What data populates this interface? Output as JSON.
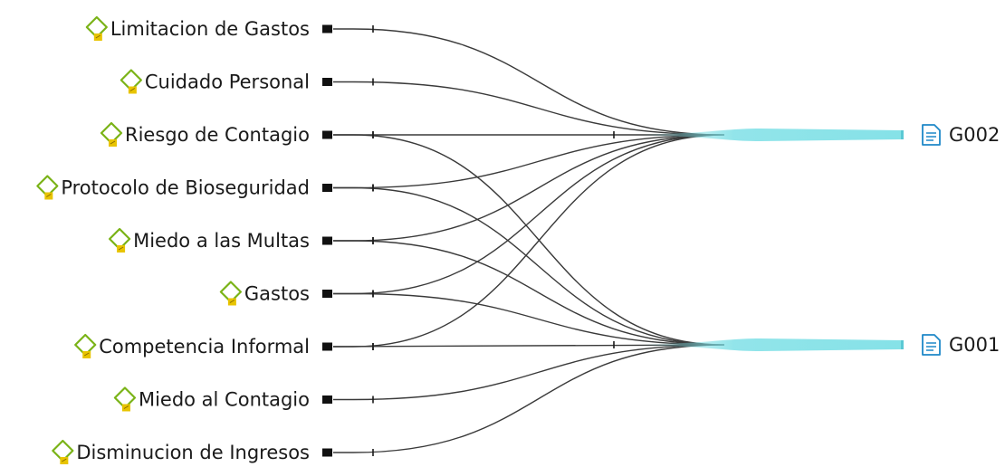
{
  "codes": [
    {
      "id": "limitacion",
      "label": "Limitacion de Gastos"
    },
    {
      "id": "cuidado",
      "label": "Cuidado Personal"
    },
    {
      "id": "riesgo",
      "label": "Riesgo de Contagio"
    },
    {
      "id": "protocolo",
      "label": "Protocolo de Bioseguridad"
    },
    {
      "id": "miedo-multas",
      "label": "Miedo a las Multas"
    },
    {
      "id": "gastos",
      "label": "Gastos"
    },
    {
      "id": "competencia",
      "label": "Competencia Informal"
    },
    {
      "id": "miedo-contagio",
      "label": "Miedo al Contagio"
    },
    {
      "id": "disminucion",
      "label": "Disminucion de Ingresos"
    }
  ],
  "documents": [
    {
      "id": "G002",
      "label": "G002"
    },
    {
      "id": "G001",
      "label": "G001"
    }
  ],
  "links": [
    {
      "from": "limitacion",
      "to": "G002"
    },
    {
      "from": "cuidado",
      "to": "G002"
    },
    {
      "from": "riesgo",
      "to": "G002"
    },
    {
      "from": "riesgo",
      "to": "G001"
    },
    {
      "from": "protocolo",
      "to": "G002"
    },
    {
      "from": "protocolo",
      "to": "G001"
    },
    {
      "from": "miedo-multas",
      "to": "G002"
    },
    {
      "from": "miedo-multas",
      "to": "G001"
    },
    {
      "from": "gastos",
      "to": "G002"
    },
    {
      "from": "gastos",
      "to": "G001"
    },
    {
      "from": "competencia",
      "to": "G002"
    },
    {
      "from": "competencia",
      "to": "G001"
    },
    {
      "from": "miedo-contagio",
      "to": "G001"
    },
    {
      "from": "disminucion",
      "to": "G001"
    }
  ],
  "colors": {
    "code_icon": "#7ab317",
    "code_badge": "#e8c400",
    "doc_icon": "#1e88c8",
    "edge": "#3a3a3a",
    "fan": "#7fe0e6"
  }
}
